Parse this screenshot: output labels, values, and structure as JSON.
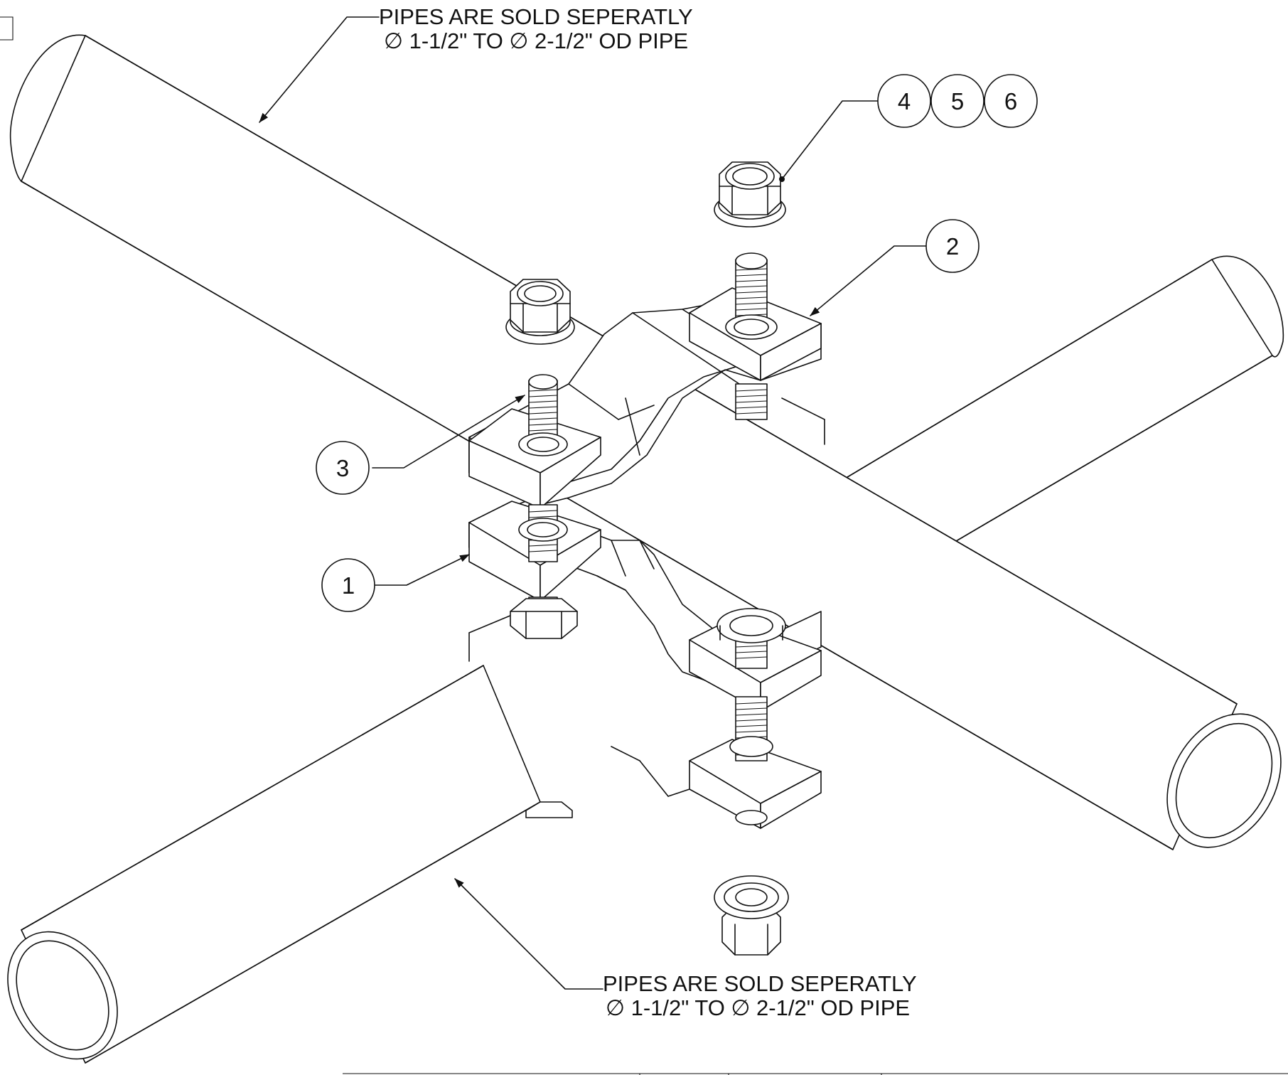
{
  "notes": {
    "top": {
      "line1": "PIPES ARE SOLD SEPERATLY",
      "line2": "∅ 1-1/2\" TO  ∅ 2-1/2\" OD PIPE"
    },
    "bottom": {
      "line1": "PIPES ARE SOLD SEPERATLY",
      "line2": "∅ 1-1/2\" TO  ∅ 2-1/2\" OD PIPE"
    }
  },
  "balloons": {
    "b1": "1",
    "b2": "2",
    "b3": "3",
    "b4": "4",
    "b5": "5",
    "b6": "6"
  },
  "colors": {
    "line": "#111111",
    "background": "#ffffff"
  }
}
